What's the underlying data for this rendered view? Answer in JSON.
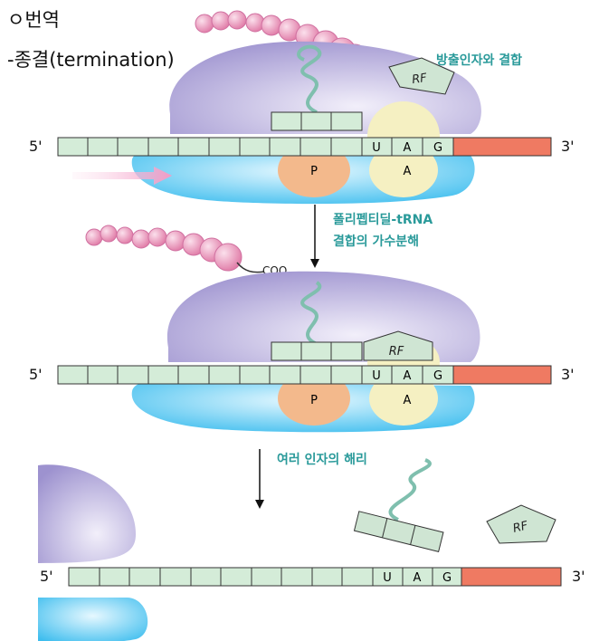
{
  "title": {
    "line1": "ㅇ번역",
    "line2": "-종결(termination)"
  },
  "labels": {
    "rf_binding": "방출인자와 결합",
    "hydrolysis_line1": "폴리펩티딜-tRNA",
    "hydrolysis_line2": "결합의 가수분해",
    "dissociation": "여러 인자의 해리"
  },
  "mrna": {
    "five_prime": "5'",
    "three_prime": "3'",
    "codon": [
      "U",
      "A",
      "G"
    ]
  },
  "sites": {
    "p": "P",
    "a": "A"
  },
  "release_factor": "RF",
  "coo": "COO",
  "colors": {
    "teal_label": "#2a9a9a",
    "mrna_fill": "#d4ecd8",
    "stop_region": "#ef7a62",
    "large_subunit": "#b3a9da",
    "small_subunit": "#4cc3ef",
    "p_site": "#f3b98c",
    "a_site": "#f5f0c2",
    "chain": "#e890b5"
  }
}
